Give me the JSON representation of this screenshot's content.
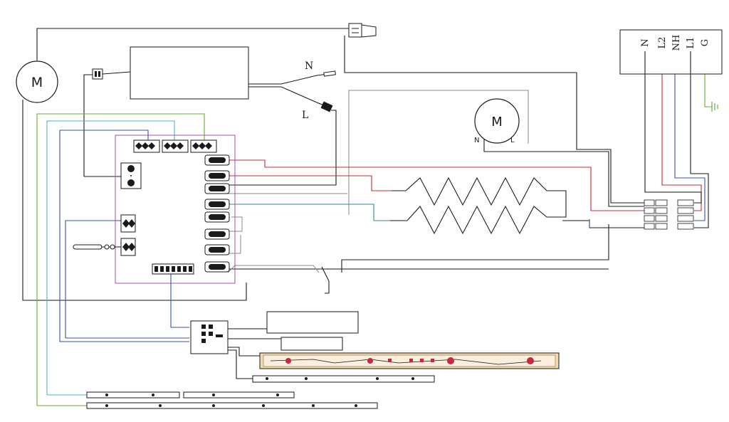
{
  "colors": {
    "wire_black": "#1a1a1a",
    "wire_red": "#c8283c",
    "wire_blue": "#3a4fa8",
    "wire_teal": "#2e8a8a",
    "wire_cyan": "#46b4d2",
    "wire_green": "#6aaa3a",
    "wire_gray": "#8a8a8a",
    "board_border": "#a050a8",
    "led_strip_bg": "#f4d9b0"
  },
  "motors": {
    "left": {
      "label": "M"
    },
    "right": {
      "label": "M",
      "terminal_n": "N",
      "terminal_l": "L"
    }
  },
  "power_cord": {
    "n_label": "N",
    "l_label": "L"
  },
  "terminal_block": {
    "labels": [
      "N",
      "L2",
      "NH",
      "L1",
      "G"
    ]
  },
  "icons": [
    "motor-icon",
    "ground-icon",
    "heating-element-icon",
    "connector-icon",
    "led-strip-icon",
    "temperature-sensor-icon"
  ]
}
